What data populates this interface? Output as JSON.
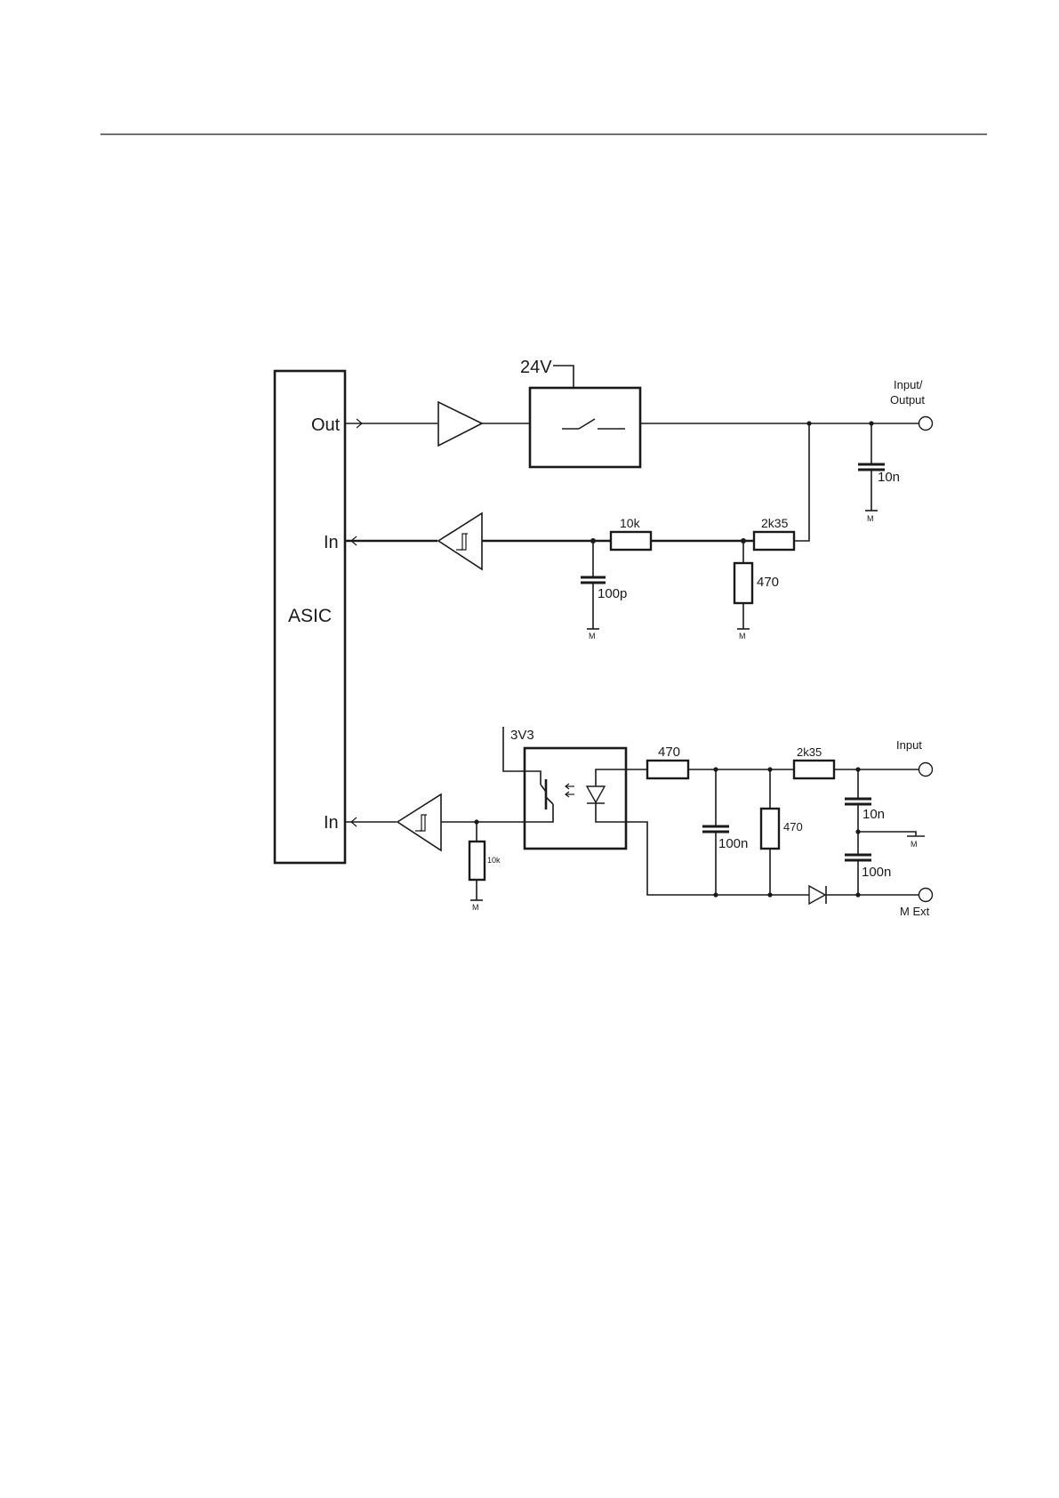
{
  "diagram": {
    "asic_label": "ASIC",
    "pins": {
      "out": "Out",
      "in_top": "In",
      "in_bottom": "In"
    },
    "supplies": {
      "v24": "24V",
      "v3v3": "3V3"
    },
    "terminals": {
      "input_output_line1": "Input/",
      "input_output_line2": "Output",
      "input": "Input",
      "m_ext": "M Ext"
    },
    "components": {
      "r_10k_series": "10k",
      "r_2k35_top": "2k35",
      "r_470_top": "470",
      "c_10n_top": "10n",
      "c_100p": "100p",
      "r_470_opto": "470",
      "r_2k35_bottom": "2k35",
      "c_100n_mid": "100n",
      "r_470_mid": "470",
      "c_10n_bottom": "10n",
      "c_100n_bottom": "100n",
      "r_10k_pulldown": "10k"
    },
    "ground_label": "M"
  }
}
